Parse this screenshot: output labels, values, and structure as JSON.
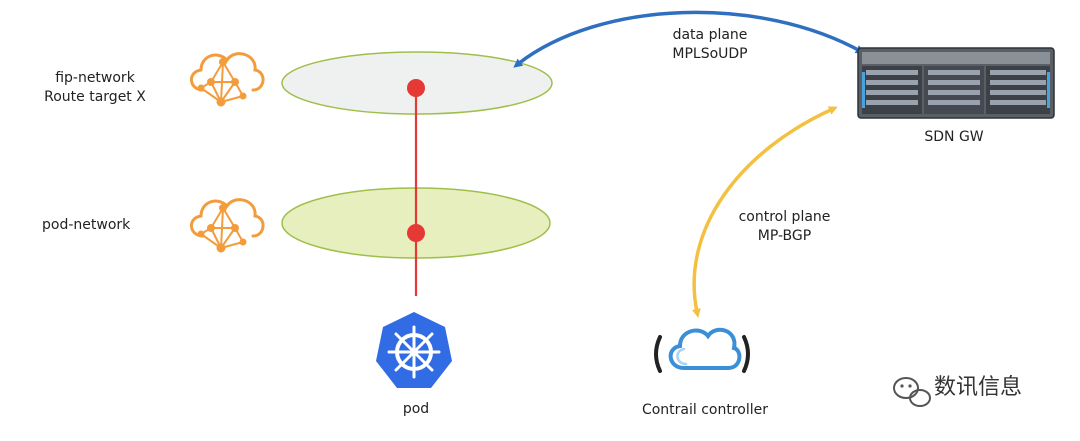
{
  "networks": {
    "fip": {
      "name": "fip-network",
      "route": "Route target X"
    },
    "pod": {
      "name": "pod-network"
    }
  },
  "links": {
    "data_plane": {
      "line1": "data plane",
      "line2": "MPLSoUDP",
      "color": "#2e6fc0"
    },
    "control_plane": {
      "line1": "control plane",
      "line2": "MP-BGP",
      "color": "#f4c042"
    }
  },
  "nodes": {
    "pod": {
      "label": "pod",
      "color": "#326ce5"
    },
    "controller": {
      "label": "Contrail controller"
    },
    "gateway": {
      "label": "SDN GW"
    }
  },
  "watermark": {
    "text": "数讯信息"
  },
  "colors": {
    "network_icon": "#f39c3c",
    "fip_ellipse": "#eef1ef",
    "pod_ellipse": "#e7efbf",
    "ellipse_stroke": "#9fbf4a",
    "attachment": "#e53935"
  }
}
